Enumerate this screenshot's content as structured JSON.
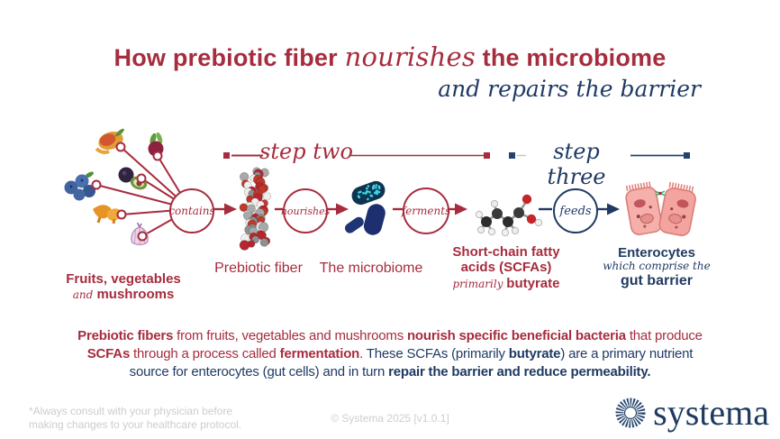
{
  "title": {
    "part1": "How prebiotic fiber ",
    "script_word": "nourishes",
    "part2": " the microbiome"
  },
  "subtitle": "and repairs the barrier",
  "steps": {
    "two": "step two",
    "three": "step three"
  },
  "flow": {
    "connectors": {
      "contains": "contains",
      "nourishes": "nourishes",
      "ferments": "ferments",
      "feeds": "feeds"
    },
    "source_label": {
      "line1": "Fruits, vegetables",
      "and_script": "and",
      "line2_bold": " mushrooms"
    },
    "fiber_label": "Prebiotic fiber",
    "microbiome_label": "The microbiome",
    "scfa_label": {
      "line1": "Short-chain fatty",
      "line2": "acids (SCFAs)",
      "line3_script": "primarily ",
      "line3_bold": "butyrate"
    },
    "enterocytes_label": {
      "line1": "Enterocytes",
      "line2_script": "which comprise the",
      "line3": "gut barrier"
    }
  },
  "paragraph": {
    "l1_b1": "Prebiotic fibers",
    "l1_t1": " from fruits, vegetables and mushrooms ",
    "l1_b2": "nourish specific beneficial bacteria",
    "l1_t2": " that produce",
    "l2_red_b1": "SCFAs",
    "l2_red_t1": " through a process called ",
    "l2_red_b2": "fermentation",
    "l2_red_t2": ". ",
    "l2_blue_t1": " These SCFAs (primarily ",
    "l2_blue_b1": "butyrate",
    "l2_blue_t2": ") are a primary nutrient",
    "l3_t1": "source for enterocytes (gut cells) and in turn ",
    "l3_b1": "repair the barrier and reduce permeability."
  },
  "footer": {
    "disclaimer_line1": "*Always consult with your physician before",
    "disclaimer_line2": "making changes to your healthcare protocol.",
    "copyright": "© Systema  2025 [v1.0.1]",
    "logo_text": "systema"
  },
  "colors": {
    "red": "#a62c3e",
    "navy": "#1f3a64",
    "grey": "#c9cbca",
    "teal": "#3fd6e8"
  },
  "icons": {
    "mango-icon": "mango fruit shape",
    "beet-icon": "beetroot shape",
    "blueberries-icon": "blueberry cluster",
    "plum-avocado-icon": "plum and halved avocado",
    "chanterelle-icon": "chanterelle mushrooms",
    "garlic-icon": "garlic bulb",
    "fiber-molecule-icon": "polymer chain of red/white/grey spheres",
    "bacteria-icon": "teal speckled and navy rod bacteria",
    "scfa-molecule-icon": "butyrate ball-and-stick molecule",
    "enterocytes-icon": "two pink epithelial cells with brush border",
    "systema-logo-icon": "radial iris ring"
  }
}
